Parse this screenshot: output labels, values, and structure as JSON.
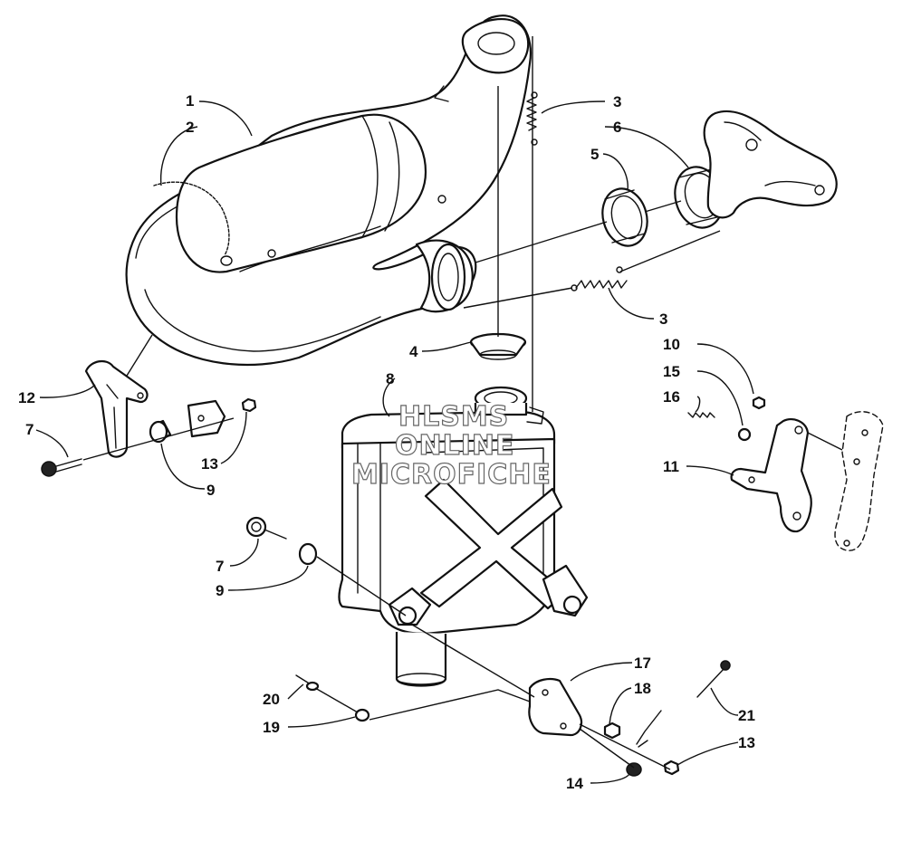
{
  "watermark": {
    "line1": "HLSMS",
    "line2": "ONLINE",
    "line3": "MICROFICHE"
  },
  "callouts": [
    "1",
    "2",
    "3",
    "3",
    "4",
    "5",
    "6",
    "7",
    "7",
    "8",
    "9",
    "9",
    "10",
    "11",
    "12",
    "13",
    "13",
    "14",
    "15",
    "16",
    "17",
    "18",
    "19",
    "20",
    "21"
  ]
}
